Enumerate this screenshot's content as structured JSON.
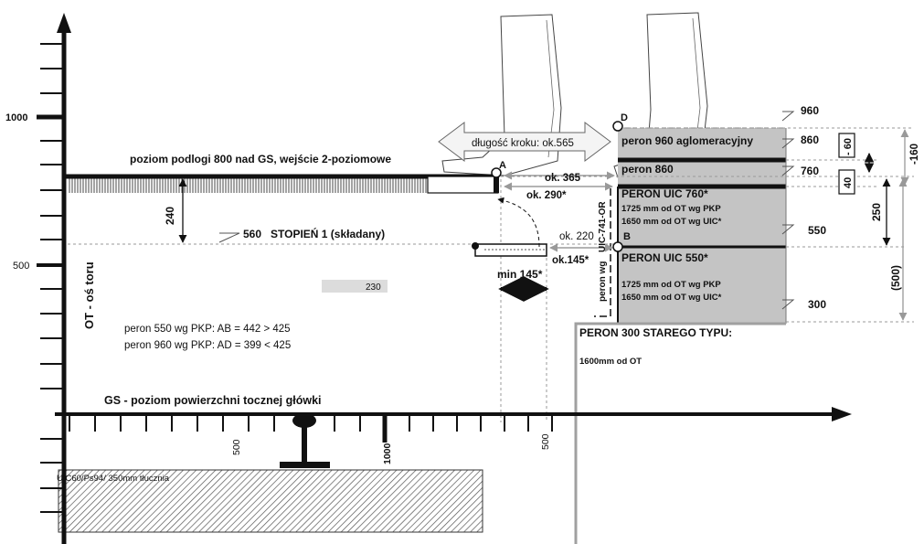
{
  "axes": {
    "y_tick_1000": "1000",
    "y_tick_500": "500",
    "y_axis_title": "OT - oś toru",
    "x_axis_title": "GS - poziom powierzchni tocznej główki",
    "x_tick_500_left": "500",
    "x_tick_1000": "1000",
    "x_tick_500_right": "500"
  },
  "rail": {
    "bed_label": "UIC60/Ps94/ 350mm tłucznia"
  },
  "floor": {
    "label": "poziom podlogi 800 nad GS, wejście 2-poziomowe",
    "dim_240": "240"
  },
  "step": {
    "level": "560",
    "label": "STOPIEŃ 1 (składany)",
    "dim_230": "230",
    "min_145": "min 145*"
  },
  "calc": {
    "line1": "peron 550 wg PKP:  AB = 442 > 425",
    "line2": "peron 960 wg PKP:  AD = 399 < 425"
  },
  "stride": {
    "label": "długość kroku: ok.565"
  },
  "points": {
    "A": "A",
    "B": "B",
    "D": "D"
  },
  "dims": {
    "ok365": "ok. 365",
    "ok290": "ok. 290*",
    "ok220": "ok. 220",
    "ok145": "ok.145*",
    "gauge_uic": "UIC-741-OR",
    "gauge_peron": "peron wg"
  },
  "platforms": {
    "p960": "peron 960 aglomeracyjny",
    "p860": "peron 860",
    "p760": "PERON UIC 760*",
    "p760_pkp": "1725 mm od OT wg PKP",
    "p760_uic": "1650 mm od OT wg UIC*",
    "p550": "PERON UIC 550*",
    "p550_pkp": "1725 mm od OT wg PKP",
    "p550_uic": "1650 mm od OT wg UIC*",
    "p300": "PERON 300 STAREGO TYPU:",
    "p300_dist": "1600mm od OT"
  },
  "right_levels": {
    "l960": "960",
    "l860": "860",
    "l760": "760",
    "l550": "550",
    "l300": "300",
    "box60": "- 60",
    "box40": "40",
    "dim160": "-160",
    "dim250": "250",
    "dim500": "(500)"
  },
  "colors": {
    "platform_fill": "#c4c4c4",
    "dashed_line": "#9a9a9a",
    "stride_arrow_fill": "#f4f4f4"
  }
}
